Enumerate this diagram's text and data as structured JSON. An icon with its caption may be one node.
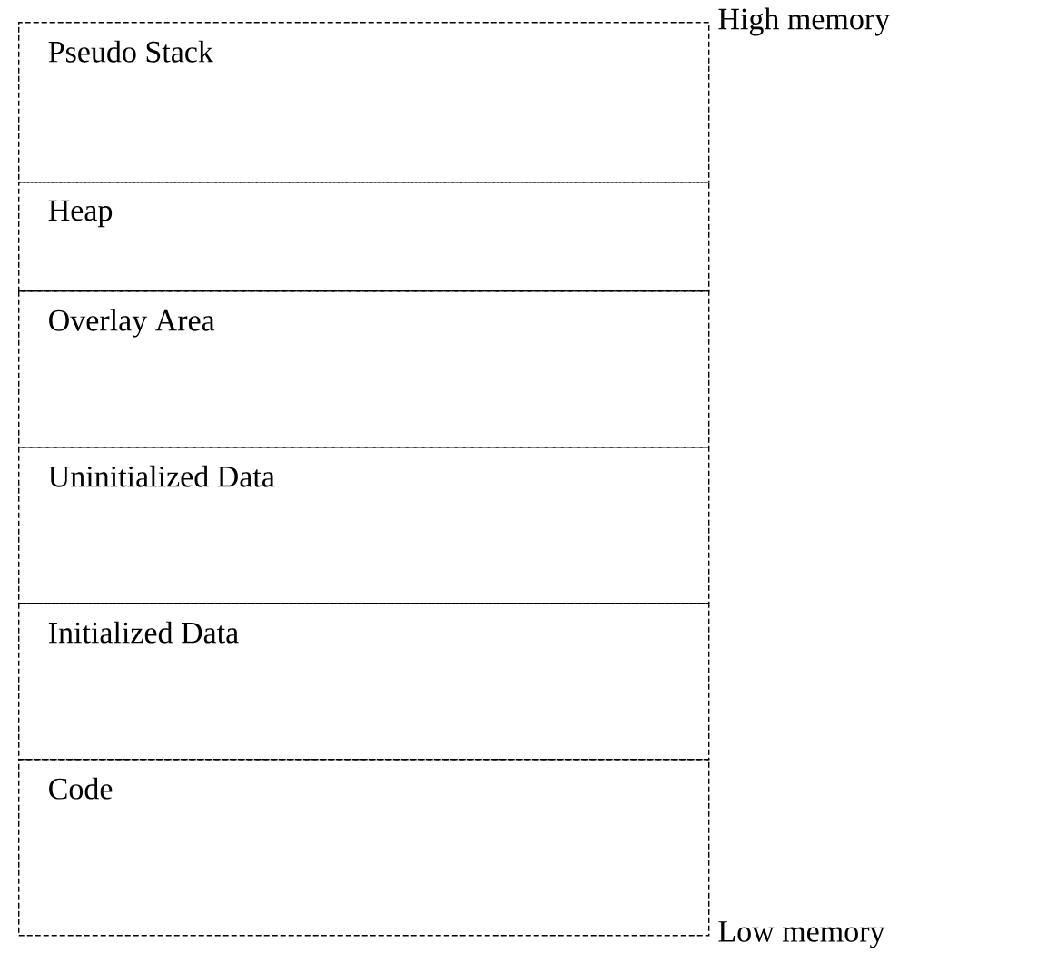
{
  "diagram": {
    "nodes": [
      {
        "text": [
          "Pseudo Stack"
        ]
      },
      {
        "text": [
          "Heap"
        ]
      },
      {
        "text": [
          "Overlay Area"
        ]
      },
      {
        "text": [
          "Uninitialized Data"
        ]
      },
      {
        "text": [
          "Initialized Data"
        ]
      },
      {
        "text": [
          "Code"
        ]
      }
    ],
    "labels": [
      "High memory",
      "Low memory"
    ]
  }
}
